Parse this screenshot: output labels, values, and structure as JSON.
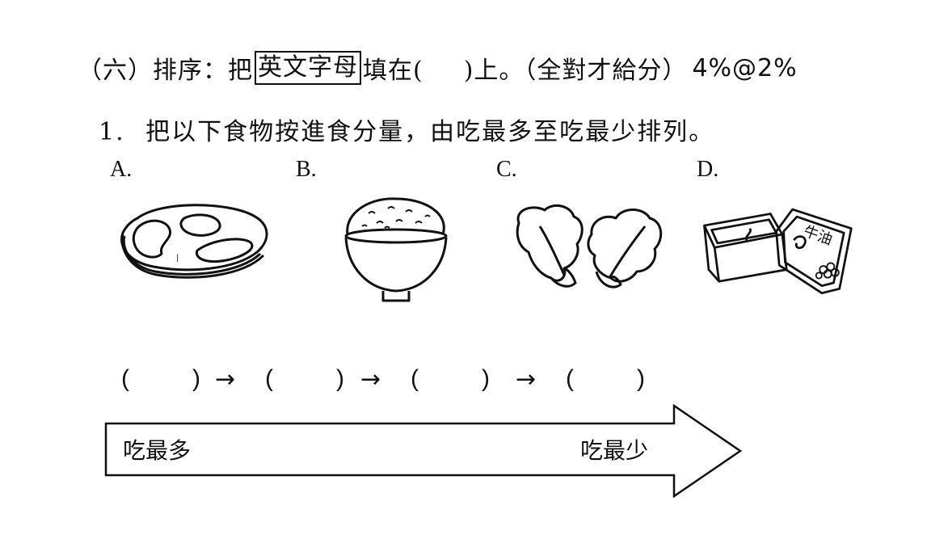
{
  "header": {
    "section_prefix": "（六）排序：把",
    "boxed": "英文字母",
    "middle": "填在(",
    "suffix": ")上。（全對才給分）",
    "score": "4%@2%"
  },
  "question": {
    "number": "1.",
    "text": "把以下食物按進食分量，由吃最多至吃最少排列。"
  },
  "options": [
    {
      "letter": "A.",
      "food": "steak-icon"
    },
    {
      "letter": "B.",
      "food": "rice-bowl-icon"
    },
    {
      "letter": "C.",
      "food": "cabbage-icon"
    },
    {
      "letter": "D.",
      "food": "butter-icon",
      "label": "牛油"
    }
  ],
  "answer": {
    "open": "(",
    "close": ")",
    "arrow": "→"
  },
  "scale": {
    "most": "吃最多",
    "least": "吃最少"
  }
}
